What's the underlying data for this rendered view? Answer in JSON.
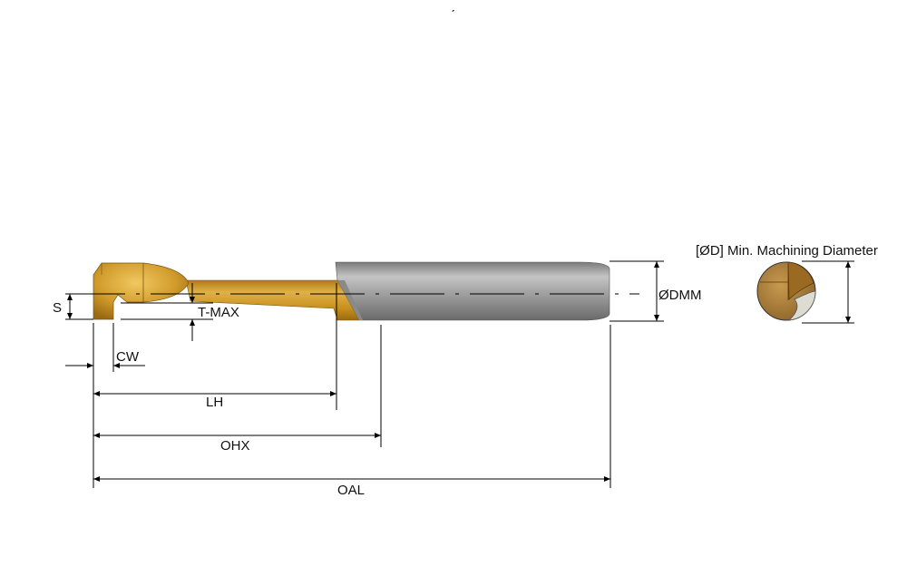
{
  "tick_mark": "ˊ",
  "labels": {
    "s": "S",
    "t_max": "T-MAX",
    "cw": "CW",
    "lh": "LH",
    "ohx": "OHX",
    "oal": "OAL",
    "dmm": "ØDMM",
    "min_diameter": "[ØD] Min. Machining Diameter"
  },
  "colors": {
    "carbide_gold": "#c8901c",
    "carbide_gold_dark": "#9a6a12",
    "carbide_gold_light": "#e0b14a",
    "shank_gray": "#9c9c9c",
    "shank_gray_dark": "#6f6f6f",
    "shank_gray_light": "#c4c4c4",
    "end_face_light": "#dcdcd2"
  }
}
